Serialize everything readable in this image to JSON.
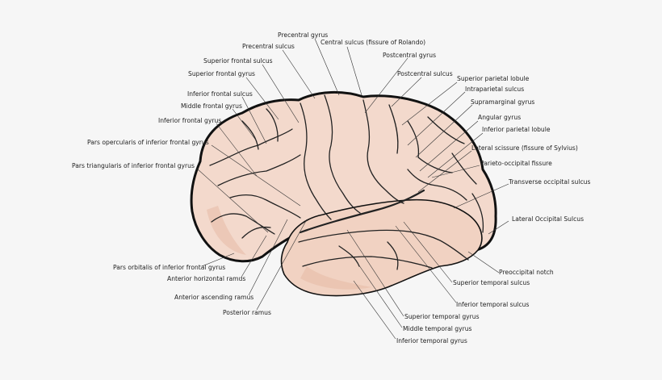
{
  "labels": {
    "precentral_gyrus": "Precentral gyrus",
    "precentral_sulcus": "Precentral sulcus",
    "central_sulcus": "Central sulcus (fissure of Rolando)",
    "postcentral_gyrus": "Postcentral gyrus",
    "superior_frontal_sulcus": "Superior frontal sulcus",
    "superior_frontal_gyrus": "Superior frontal gyrus",
    "postcentral_sulcus": "Postcentral sulcus",
    "superior_parietal_lobule": "Superior parietal lobule",
    "inferior_frontal_sulcus": "Inferior frontal sulcus",
    "intraparietal_sulcus": "Intraparietal sulcus",
    "middle_frontal_gyrus": "Middle frontal gyrus",
    "supramarginal_gyrus": "Supramarginal gyrus",
    "inferior_frontal_gyrus": "Inferior frontal gyrus",
    "angular_gyrus": "Angular gyrus",
    "inferior_parietal_lobule": "Inferior parietal lobule",
    "pars_opercularis": "Pars opercularis of inferior frontal gyrus",
    "lateral_scissure": "Lateral scissure (fissure of Sylvius)",
    "parieto_occipital_fissure": "Parieto-occipital fissure",
    "pars_triangularis": "Pars triangularis of inferior frontal gyrus",
    "transverse_occipital_sulcus": "Transverse occipital sulcus",
    "lateral_occipital_sulcus": "Lateral Occipital Sulcus",
    "pars_orbitalis": "Pars orbitalis of inferior frontal gyrus",
    "preoccipital_notch": "Preoccipital notch",
    "anterior_horizontal_ramus": "Anterior horizontal ramus",
    "superior_temporal_sulcus": "Superior temporal sulcus",
    "anterior_ascending_ramus": "Anterior ascending ramus",
    "inferior_temporal_sulcus": "Inferior temporal sulcus",
    "posterior_ramus": "Posterior ramus",
    "superior_temporal_gyrus": "Superior temporal gyrus",
    "middle_temporal_gyrus": "Middle temporal gyrus",
    "inferior_temporal_gyrus": "Inferior temporal gyrus"
  }
}
